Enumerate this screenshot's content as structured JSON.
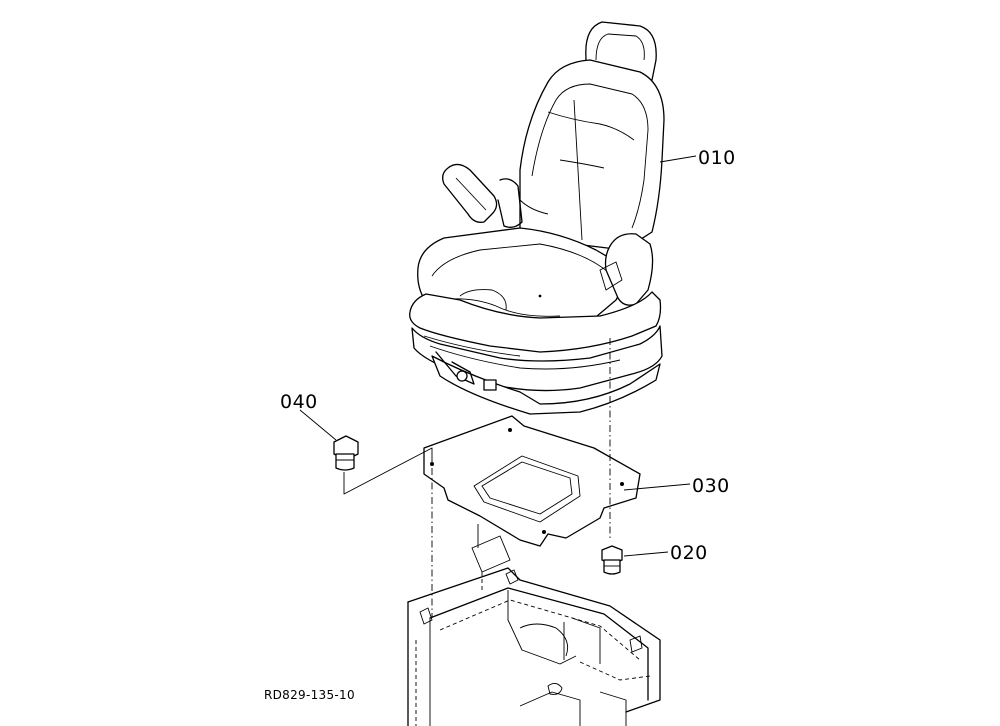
{
  "diagram": {
    "callouts": [
      {
        "id": "seat",
        "label": "010"
      },
      {
        "id": "bolt-seat",
        "label": "020"
      },
      {
        "id": "seat-plate",
        "label": "030"
      },
      {
        "id": "bolt-plate",
        "label": "040"
      }
    ],
    "drawing_code": "RD829-135-10"
  }
}
